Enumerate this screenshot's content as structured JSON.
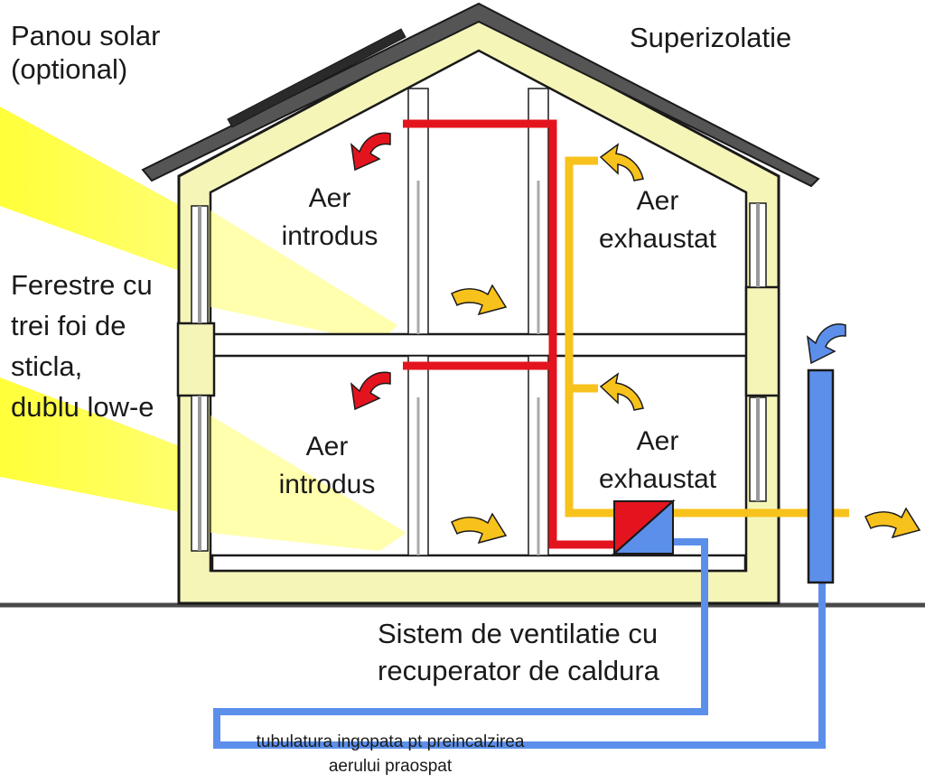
{
  "labels": {
    "solar_panel": [
      "Panou solar",
      "(optional)"
    ],
    "superinsulation": "Superizolatie",
    "windows": [
      "Ferestre cu",
      "trei foi de",
      "sticla,",
      "dublu low-e"
    ],
    "air_in_top": [
      "Aer",
      "introdus"
    ],
    "air_in_bottom": [
      "Aer",
      "introdus"
    ],
    "air_out_top": [
      "Aer",
      "exhaustat"
    ],
    "air_out_bottom": [
      "Aer",
      "exhaustat"
    ],
    "ventilation_system": [
      "Sistem de ventilatie cu",
      "recuperator de caldura"
    ],
    "ground_pipe": [
      "tubulatura ingopata pt preincalzirea",
      "aerului praospat"
    ]
  },
  "colors": {
    "wall": "#f5f5b8",
    "outline": "#1a1a1a",
    "roof": "#555555",
    "supply_red": "#e4141e",
    "exhaust_yellow": "#f8c21c",
    "fresh_blue": "#5b8fea",
    "sunlight": "#ffff3a"
  },
  "icons": {
    "supply_arrow": "curved-arrow-red-icon",
    "exhaust_arrow": "curved-arrow-yellow-icon",
    "fresh_air_arrow": "curved-arrow-blue-icon"
  }
}
